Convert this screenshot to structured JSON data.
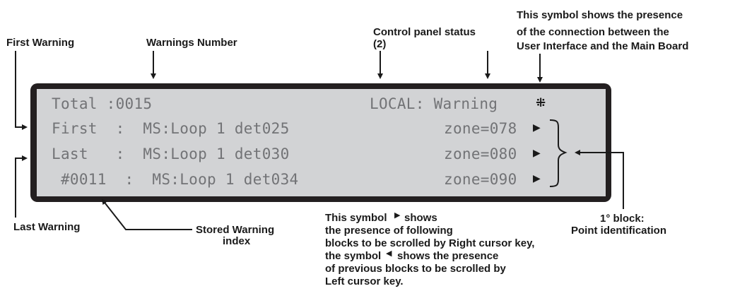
{
  "annotations": {
    "first_warning": "First  Warning",
    "warnings_number": "Warnings Number",
    "control_panel_status_line1": "Control panel status",
    "control_panel_status_line2": "(2)",
    "connection_symbol_line1": "This symbol shows the presence",
    "connection_symbol_line2": "of  the connection between the",
    "connection_symbol_line3": "User Interface and the Main Board",
    "last_warning": "Last  Warning",
    "stored_warning_index_line1": "Stored Warning",
    "stored_warning_index_line2": "index",
    "block_line1": "1° block:",
    "block_line2": "Point identification",
    "scroll_note_line1a": "This symbol",
    "scroll_note_line1b": "shows",
    "scroll_note_line2": "the presence of following",
    "scroll_note_line3": "blocks to be scrolled by Right cursor key,",
    "scroll_note_line4a": "the symbol",
    "scroll_note_line4b": "shows the presence",
    "scroll_note_line5": "of previous blocks to be scrolled by",
    "scroll_note_line6": "Left cursor key."
  },
  "lcd": {
    "row1_left": "Total :0015",
    "row1_right": "LOCAL: Warning",
    "row2_left": "First  :  MS:Loop 1 det025",
    "row2_right": "zone=078",
    "row3_left": "Last   :  MS:Loop 1 det030",
    "row3_right": "zone=080",
    "row4_left": " #0011  :  MS:Loop 1 det034",
    "row4_right": "zone=090"
  },
  "icons": {
    "connection": "connection-icon",
    "right_scroll": "right-scroll-icon",
    "left_scroll": "left-scroll-icon"
  },
  "colors": {
    "lcd_background": "#d2d3d5",
    "lcd_frame": "#231f20",
    "lcd_text": "#727376",
    "annotation_text": "#1a1a1a"
  }
}
